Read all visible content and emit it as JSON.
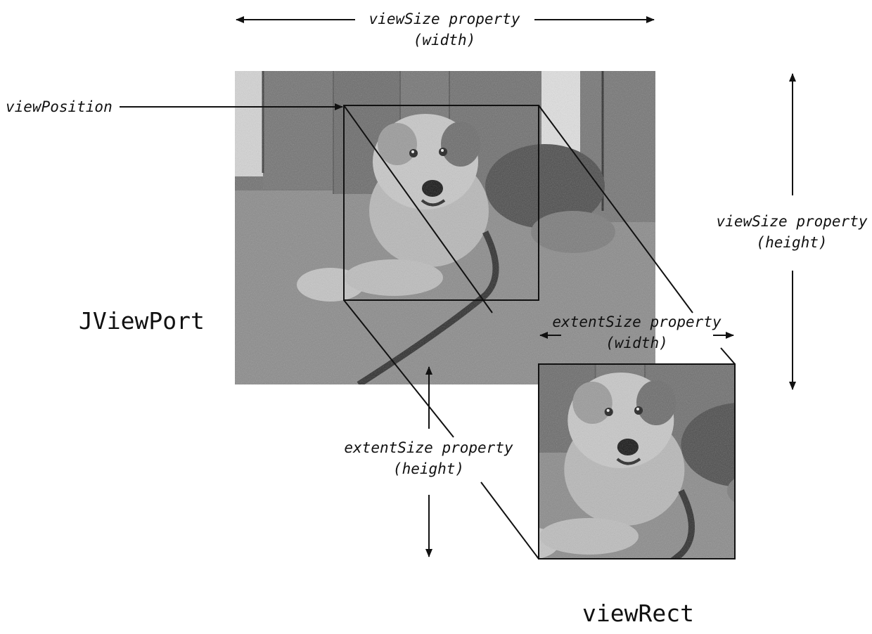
{
  "labels": {
    "view_size_width": [
      "viewSize property",
      "(width)"
    ],
    "view_size_height": [
      "viewSize property",
      "(height)"
    ],
    "view_position": "viewPosition",
    "extent_size_width": [
      "extentSize property",
      "(width)"
    ],
    "extent_size_height": [
      "extentSize property",
      "(height)"
    ],
    "component": "JViewPort",
    "view_rect": "viewRect"
  },
  "images": {
    "photo_subject": "dog-photo",
    "photo_style": "grayscale"
  },
  "colors": {
    "line": "#111111",
    "photo_dark": "#3a3a3a",
    "photo_mid": "#8c8c8c",
    "photo_light": "#d6d6d6"
  }
}
